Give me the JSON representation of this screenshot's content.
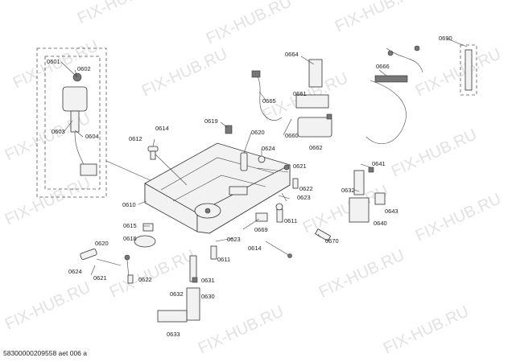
{
  "watermark": "FIX-HUB.RU",
  "footer_code": "58300000209558 aet 006 a",
  "labels": {
    "p0601": "0601",
    "p0602": "0602",
    "p0603": "0603",
    "p0604": "0604",
    "p0610": "0610",
    "p0611a": "0611",
    "p0611b": "0611",
    "p0612": "0612",
    "p0614a": "0614",
    "p0614b": "0614",
    "p0615": "0615",
    "p0616": "0616",
    "p0619": "0619",
    "p0620a": "0620",
    "p0620b": "0620",
    "p0621a": "0621",
    "p0621b": "0621",
    "p0622a": "0622",
    "p0622b": "0622",
    "p0623a": "0623",
    "p0623b": "0623",
    "p0624a": "0624",
    "p0624b": "0624",
    "p0630": "0630",
    "p0631": "0631",
    "p0632a": "0632",
    "p0632b": "0632",
    "p0633": "0633",
    "p0640": "0640",
    "p0641": "0641",
    "p0643": "0643",
    "p0660": "0660",
    "p0661": "0661",
    "p0662": "0662",
    "p0664": "0664",
    "p0665": "0665",
    "p0666": "0666",
    "p0669": "0669",
    "p0670": "0670",
    "p0690": "0690"
  }
}
